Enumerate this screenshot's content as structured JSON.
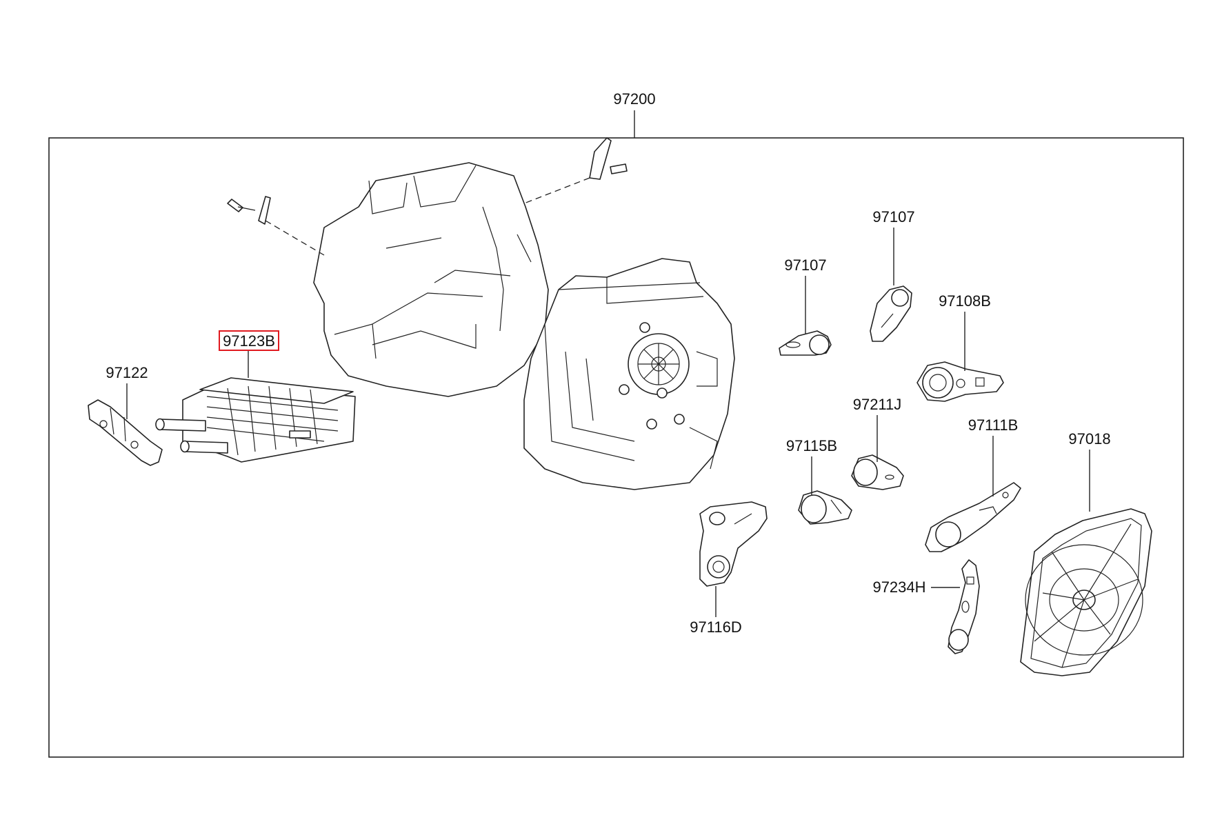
{
  "diagram": {
    "assembly_label": "97200",
    "parts": [
      {
        "id": "p97123b",
        "label": "97123B",
        "highlighted": true
      },
      {
        "id": "p97122",
        "label": "97122",
        "highlighted": false
      },
      {
        "id": "p97107a",
        "label": "97107",
        "highlighted": false
      },
      {
        "id": "p97107b",
        "label": "97107",
        "highlighted": false
      },
      {
        "id": "p97108b",
        "label": "97108B",
        "highlighted": false
      },
      {
        "id": "p97211j",
        "label": "97211J",
        "highlighted": false
      },
      {
        "id": "p97115b",
        "label": "97115B",
        "highlighted": false
      },
      {
        "id": "p97111b",
        "label": "97111B",
        "highlighted": false
      },
      {
        "id": "p97018",
        "label": "97018",
        "highlighted": false
      },
      {
        "id": "p97234h",
        "label": "97234H",
        "highlighted": false
      },
      {
        "id": "p97116d",
        "label": "97116D",
        "highlighted": false
      }
    ],
    "colors": {
      "highlight_box": "#e0191f",
      "line": "#222222",
      "background": "#ffffff"
    }
  }
}
